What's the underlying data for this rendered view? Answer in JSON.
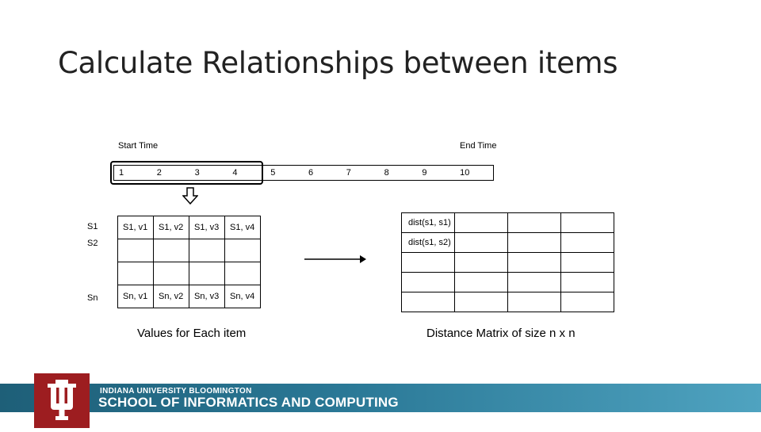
{
  "slide": {
    "title": "Calculate Relationships between items",
    "start_label": "Start Time",
    "end_label": "End Time",
    "timeline": [
      "1",
      "2",
      "3",
      "4",
      "5",
      "6",
      "7",
      "8",
      "9",
      "10"
    ],
    "row_labels": [
      "S1",
      "S2",
      "Sn"
    ],
    "values_table": [
      [
        "S1, v1",
        "S1, v2",
        "S1, v3",
        "S1, v4"
      ],
      [
        "",
        "",
        "",
        ""
      ],
      [
        "",
        "",
        "",
        ""
      ],
      [
        "Sn, v1",
        "Sn, v2",
        "Sn, v3",
        "Sn, v4"
      ]
    ],
    "distance_table": [
      [
        "dist(s1, s1)",
        "",
        "",
        ""
      ],
      [
        "dist(s1, s2)",
        "",
        "",
        ""
      ],
      [
        "",
        "",
        "",
        ""
      ],
      [
        "",
        "",
        "",
        ""
      ],
      [
        "",
        "",
        "",
        ""
      ]
    ],
    "values_caption": "Values for Each item",
    "matrix_caption": "Distance Matrix of size n x n"
  },
  "footer": {
    "line1": "INDIANA UNIVERSITY BLOOMINGTON",
    "line2": "SCHOOL OF INFORMATICS AND COMPUTING",
    "logo_icon": "iu-trident-logo",
    "colors": {
      "crimson": "#9d1d20",
      "bar": "#2a7896"
    }
  }
}
